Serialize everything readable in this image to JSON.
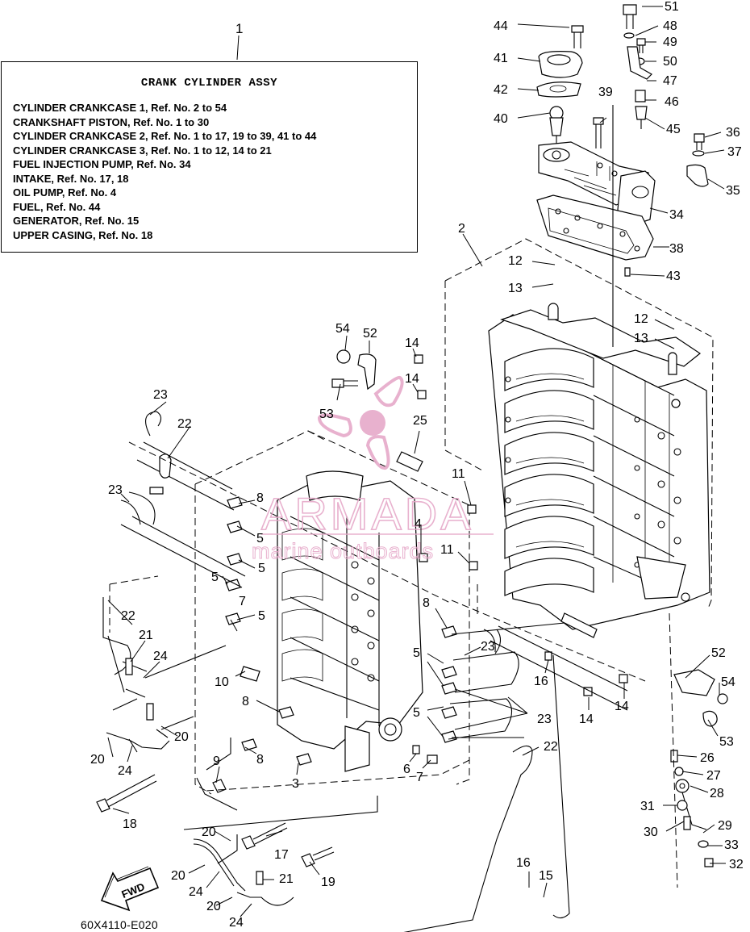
{
  "assembly_ref": "1",
  "legend": {
    "title": "CRANK CYLINDER ASSY",
    "lines": [
      "CYLINDER CRANKCASE 1, Ref. No. 2 to 54",
      "CRANKSHAFT PISTON, Ref. No. 1 to 30",
      "CYLINDER CRANKCASE 2, Ref. No. 1 to 17, 19 to 39, 41 to 44",
      "CYLINDER CRANKCASE 3, Ref. No. 1 to 12, 14 to 21",
      "FUEL INJECTION PUMP, Ref. No. 34",
      "INTAKE, Ref. No. 17, 18",
      "OIL PUMP, Ref. No. 4",
      "FUEL, Ref. No. 44",
      "GENERATOR, Ref. No. 15",
      "UPPER CASING, Ref. No. 18"
    ]
  },
  "watermark": {
    "brand": "ARMADA",
    "tagline": "marine outboards",
    "color": "#e6a9c9"
  },
  "fwd_label": "FWD",
  "drawing_code": "60X4110-E020",
  "callouts": {
    "c51": "51",
    "c48": "48",
    "c49": "49",
    "c50": "50",
    "c47": "47",
    "c46": "46",
    "c45": "45",
    "c44": "44",
    "c41": "41",
    "c42": "42",
    "c40": "40",
    "c39": "39",
    "c36": "36",
    "c37": "37",
    "c35": "35",
    "c34": "34",
    "c38": "38",
    "c43": "43",
    "c2": "2",
    "c12a": "12",
    "c13a": "13",
    "c12b": "12",
    "c13b": "13",
    "c54a": "54",
    "c52a": "52",
    "c53a": "53",
    "c14a": "14",
    "c14b": "14",
    "c25": "25",
    "c23a": "23",
    "c22a": "22",
    "c23b": "23",
    "c8a": "8",
    "c5a": "5",
    "c5b": "5",
    "c5c": "5",
    "c5d": "5",
    "c7a": "7",
    "c11a": "11",
    "c4": "4",
    "c11b": "11",
    "c22b": "22",
    "c21a": "21",
    "c24a": "24",
    "c10": "10",
    "c8b": "8",
    "c8c": "8",
    "c9": "9",
    "c20a": "20",
    "c20b": "20",
    "c24b": "24",
    "c18": "18",
    "c8d": "8",
    "c5e": "5",
    "c23c": "23",
    "c5f": "5",
    "c23d": "23",
    "c16a": "16",
    "c14c": "14",
    "c14d": "14",
    "c52b": "52",
    "c54b": "54",
    "c53b": "53",
    "c26": "26",
    "c27": "27",
    "c28": "28",
    "c31": "31",
    "c30": "30",
    "c29": "29",
    "c33": "33",
    "c32": "32",
    "c22c": "22",
    "c6": "6",
    "c7b": "7",
    "c3": "3",
    "c20c": "20",
    "c17": "17",
    "c19": "19",
    "c20d": "20",
    "c24c": "24",
    "c21b": "21",
    "c20e": "20",
    "c24d": "24",
    "c16b": "16",
    "c15": "15"
  }
}
